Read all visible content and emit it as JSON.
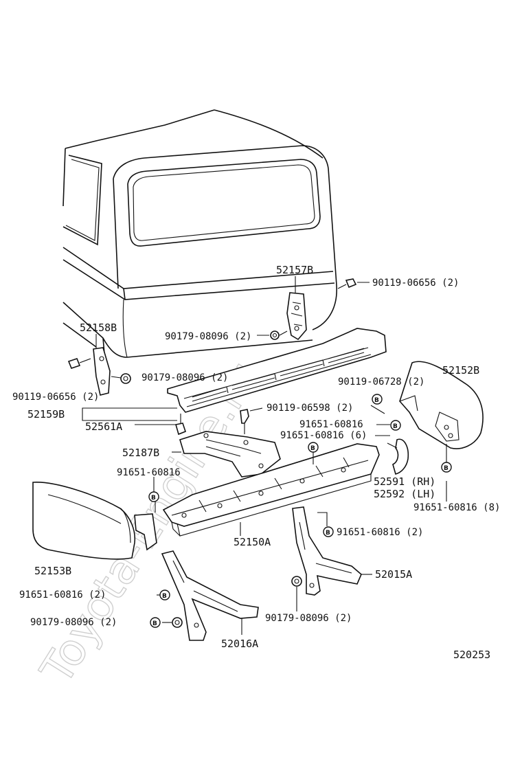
{
  "watermark": "Toyota-Engine.ru",
  "diagram_number": "520253",
  "callouts": {
    "p52157B": "52157B",
    "p90119_06656_top": "90119-06656 (2)",
    "p52158B": "52158B",
    "p90179_08096_upper": "90179-08096 (2)",
    "p90179_08096_left": "90179-08096 (2)",
    "p90119_06656_left": "90119-06656 (2)",
    "p52152B": "52152B",
    "p90119_06728": "90119-06728 (2)",
    "p52159B": "52159B",
    "p90119_06598": "90119-06598 (2)",
    "p52561A": "52561A",
    "p91651_60816_a": "91651-60816",
    "p91651_60816_6": "91651-60816 (6)",
    "p52187B": "52187B",
    "p91651_60816_left": "91651-60816",
    "p52591": "52591 (RH)",
    "p52592": "52592 (LH)",
    "p91651_60816_8": "91651-60816 (8)",
    "p91651_60816_2r": "91651-60816 (2)",
    "p52150A": "52150A",
    "p52153B": "52153B",
    "p52015A": "52015A",
    "p91651_60816_2l": "91651-60816 (2)",
    "p90179_08096_bl": "90179-08096 (2)",
    "p90179_08096_br": "90179-08096 (2)",
    "p52016A": "52016A"
  },
  "marker_letter": "B"
}
